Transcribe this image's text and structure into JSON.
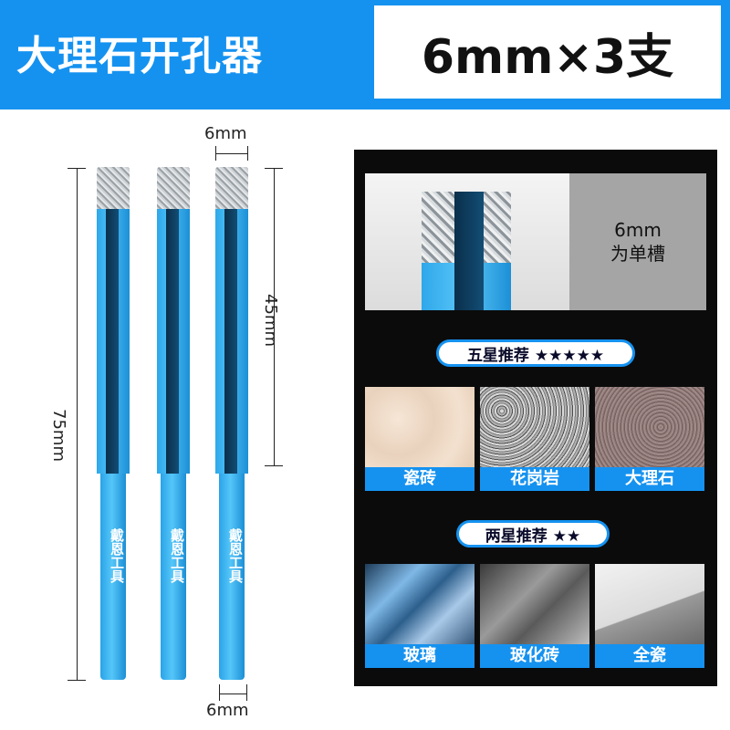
{
  "header": {
    "title": "大理石开孔器",
    "spec": "6mm×3支"
  },
  "bits": [
    {
      "brand": "戴恩工具"
    },
    {
      "brand": "戴恩工具"
    },
    {
      "brand": "戴恩工具"
    }
  ],
  "dimensions": {
    "top_width": "6mm",
    "cut_length": "45mm",
    "total_length": "75mm",
    "bottom_width": "6mm"
  },
  "detail": {
    "note_line1": "6mm",
    "note_line2": "为单槽"
  },
  "five_star": {
    "label": "五星推荐 ★★★★★",
    "materials": [
      "瓷砖",
      "花岗岩",
      "大理石"
    ]
  },
  "two_star": {
    "label": "两星推荐 ★★",
    "materials": [
      "玻璃",
      "玻化砖",
      "全瓷"
    ]
  },
  "colors": {
    "brand_blue": "#1592f0",
    "panel_bg": "#0b0b0b"
  }
}
